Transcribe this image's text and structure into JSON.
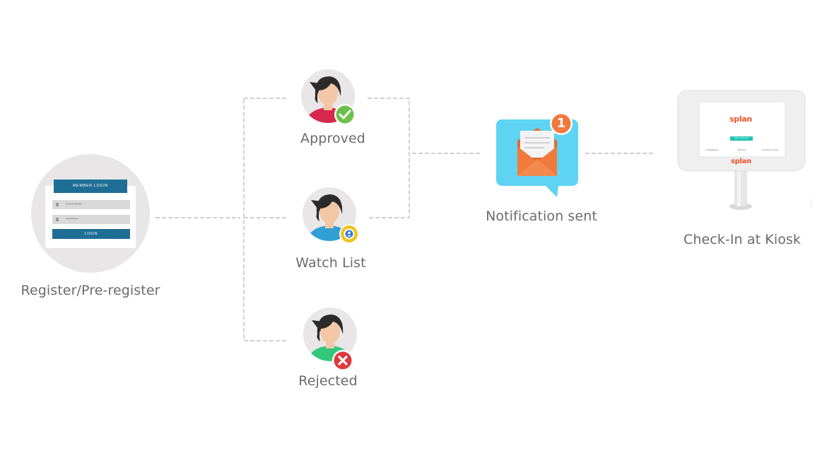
{
  "nodes": {
    "register": {
      "label": "Register/Pre-register"
    },
    "approved": {
      "label": "Approved"
    },
    "watchlist": {
      "label": "Watch List"
    },
    "rejected": {
      "label": "Rejected"
    },
    "notification": {
      "label": "Notification sent",
      "badge": "1"
    },
    "kiosk": {
      "label": "Check-In at Kiosk"
    }
  },
  "login_form": {
    "header": "MEMBER LOGIN",
    "username_placeholder": "Username",
    "password_placeholder": "••••••••••",
    "button": "LOGIN"
  },
  "kiosk_screen": {
    "logo": "splan",
    "logo_bottom": "splan",
    "primary_button": "Visitor Registration",
    "options": [
      "Pre-Registered",
      "Check Out",
      "Emergency Contact"
    ]
  },
  "colors": {
    "connector": "#b5b5b5",
    "label_text": "#6b6b6b",
    "circle_bg": "#e8e6e6",
    "approved_badge": "#6cc04a",
    "watchlist_badge": "#f2c31b",
    "rejected_badge": "#e0393e",
    "envelope": "#f07a3c",
    "bubble": "#5fd3f2",
    "notification_badge": "#f07a3c",
    "brand": "#e8522a"
  },
  "icons": {
    "approved": "check-icon",
    "watchlist": "eye-icon",
    "rejected": "x-icon",
    "notification": "envelope-icon"
  }
}
